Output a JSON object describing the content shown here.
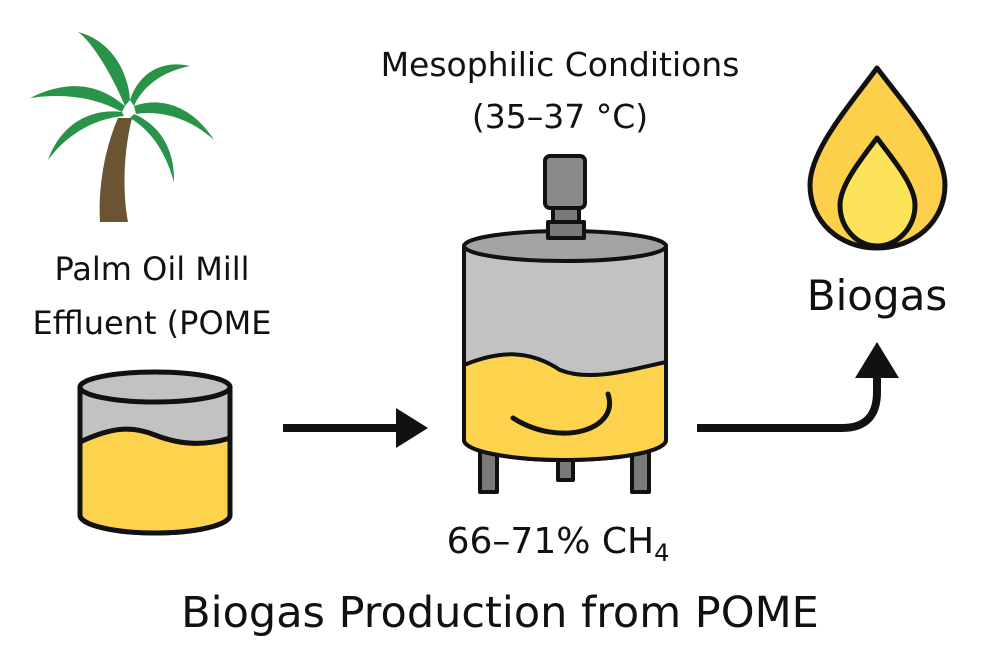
{
  "labels": {
    "conditions_line1": "Mesophilic Conditions",
    "conditions_line2": "(35–37 °C)",
    "source_line1": "Palm Oil Mill",
    "source_line2": "Effluent (POME",
    "product": "Biogas",
    "methane": "66–71% CH",
    "methane_subscript": "4",
    "title": "Biogas Production from POME"
  },
  "colors": {
    "leaf": "#2a934a",
    "trunk": "#6b5431",
    "liquid": "#fdd34d",
    "gray": "#c2c2c2",
    "dark_gray": "#7a7a7a",
    "flame_outer": "#fcd04a",
    "flame_inner": "#fde35a"
  }
}
